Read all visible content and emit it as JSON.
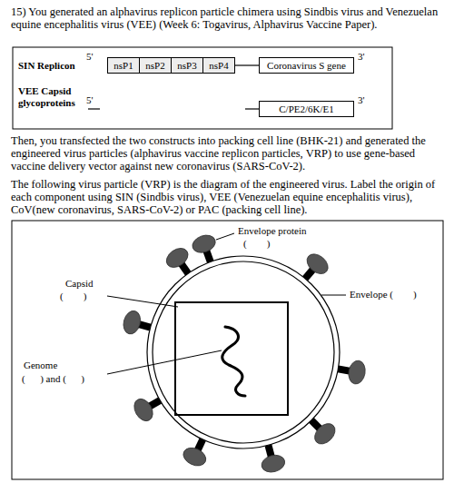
{
  "diagram": {
    "nodes": [
      {
        "text": [
          "nsP1"
        ]
      },
      {
        "text": [
          "nsP2"
        ]
      },
      {
        "text": [
          "nsP3"
        ]
      },
      {
        "text": [
          "nsP4"
        ]
      },
      {
        "text": [
          "Coronavirus S gene"
        ]
      },
      {
        "text": [
          "C/PE2/6K/E1"
        ]
      }
    ],
    "edges": [
      {
        "from": 3,
        "to": 4,
        "arrow": "none"
      }
    ],
    "labels": [
      "15) You generated an alphavirus replicon particle chimera using Sindbis virus and Venezuelan equine encephalitis virus (VEE) (Week 6: Togavirus, Alphavirus Vaccine Paper).",
      "SIN Replicon",
      "5'",
      "3'",
      "VEE Capsid glycoproteins",
      "5'",
      "3'",
      "Then, you transfected the two constructs into packing cell line (BHK-21) and generated the engineered virus particles (alphavirus vaccine replicon particles, VRP) to use gene-based vaccine delivery vector against new coronavirus (SARS-CoV-2).",
      "The following virus particle (VRP) is the diagram of the engineered virus. Label the origin of each component using SIN (Sindbis virus), VEE (Venezuelan equine encephalitis virus), CoV(new coronavirus, SARS-CoV-2) or PAC (packing cell line).",
      "Envelope protein",
      "(        )",
      "Capsid",
      "(        )",
      "Envelope (        )",
      "Genome",
      "(      ) and (      )"
    ]
  }
}
